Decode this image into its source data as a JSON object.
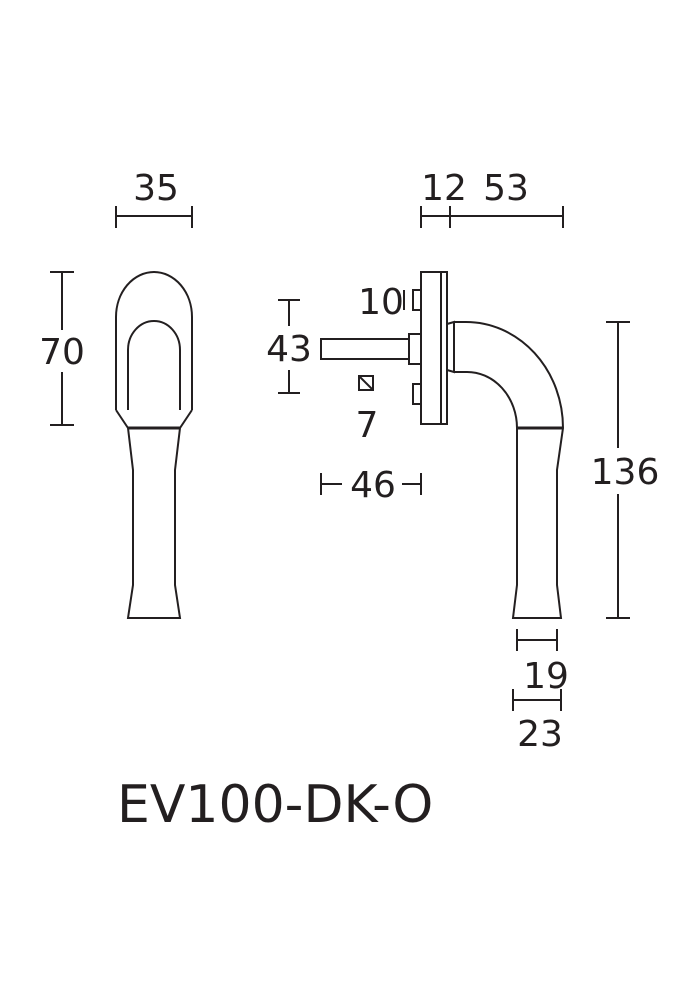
{
  "dimensions": {
    "front_width": "35",
    "front_height": "70",
    "rose_thickness": "12",
    "projection": "53",
    "spindle_offset": "43",
    "screw_spacing": "10",
    "spindle_square": "7",
    "spindle_length": "46",
    "total_height": "136",
    "grip_width_inner": "19",
    "grip_width_outer": "23"
  },
  "product_code": "EV100-DK-O",
  "colors": {
    "line": "#231f20",
    "background": "#ffffff"
  }
}
